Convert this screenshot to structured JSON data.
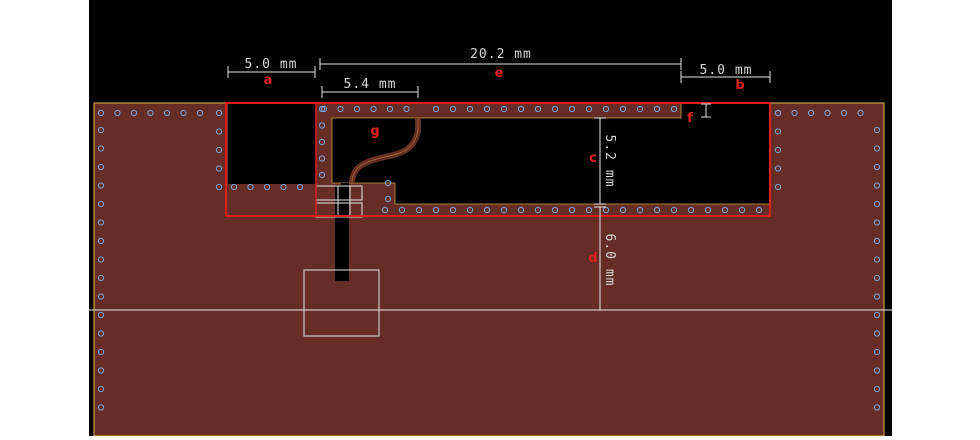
{
  "colors": {
    "page_background": "#ffffff",
    "canvas_background": "#000000",
    "substrate": "#652d25",
    "substrate_edge": "#c8a040",
    "via": "#7aa8e0",
    "outline_highlight": "#e01e1e",
    "dimension_line": "#e6e6e6",
    "label": "#e02020"
  },
  "dimensions": [
    {
      "id": "a",
      "value": "5.0 mm"
    },
    {
      "id": "e",
      "value": "20.2 mm"
    },
    {
      "id": "b",
      "value": "5.0 mm"
    },
    {
      "id": "g_width",
      "value": "5.4 mm"
    },
    {
      "id": "c",
      "value": "5.2 mm"
    },
    {
      "id": "d",
      "value": "6.0 mm"
    }
  ],
  "labels": [
    "a",
    "e",
    "b",
    "f",
    "g",
    "c",
    "d"
  ]
}
